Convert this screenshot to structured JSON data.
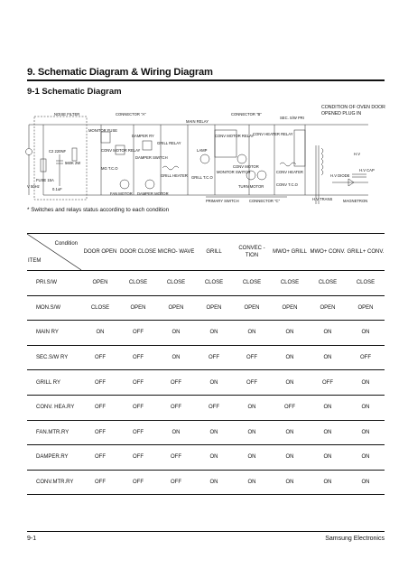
{
  "header": {
    "title": "9. Schematic Diagram & Wiring Diagram",
    "subtitle": "9-1 Schematic Diagram"
  },
  "schematic": {
    "labels": {
      "noise_filter": "NOISE FILTER",
      "connector_a": "CONNECTOR \"A\"",
      "main_relay": "MAIN RELAY",
      "connector_b": "CONNECTOR \"B\"",
      "sec_switch": "SEC. S/W PRI",
      "connector_c": "CONNECTOR \"C\"",
      "primary_switch": "PRIMARY SWITCH",
      "power_in": "V 50Hz",
      "fuse": "FUSE 15A",
      "cap_22": "C2 220NF",
      "cap_01": "0.1uF",
      "res_560k": "560K 2W",
      "monitor_fuse": "MONITOR FUSE",
      "motor_relay": "CONV MOTOR RELAY",
      "damper_ry": "DAMPER RY",
      "grill_relay": "GRILL RELAY",
      "damper_switch": "DAMPER SWITCH",
      "fan_motor": "FAN MOTOR",
      "damper_motor": "DAMPER MOTOR",
      "grill_heater": "GRILL HEATER",
      "lamp": "LAMP",
      "grill_tco": "GRILL T.C.O",
      "mg_tco": "MG T.C.O",
      "conv_heater_relay": "CONV HEATER RELAY",
      "conv_motor_relay": "CONV MOTOR RELAY",
      "monitor_switch": "MONITOR SWITCH",
      "conv_motor": "CONV MOTOR",
      "turn_motor": "TURN MOTOR",
      "conv_heater": "CONV HEATER",
      "conv_tco": "CONV T.C.O",
      "ht_trans": "H.V TRANS",
      "hv_diode": "H.V DIODE",
      "hv_cap": "H.V CAP",
      "magnetron": "MAGNETRON",
      "hv": "H.V",
      "condition_note": "CONDITION OF OVEN DOOR OPENED PLUG IN"
    }
  },
  "note": "* Switches and relays status according to each condition",
  "status_table": {
    "corner_condition": "Condition",
    "corner_item": "ITEM",
    "columns": [
      "DOOR OPEN",
      "DOOR CLOSE",
      "MICRO- WAVE",
      "GRILL",
      "CONVEC -TION",
      "MWO+ GRILL",
      "MWO+ CONV.",
      "GRILL+ CONV."
    ],
    "rows": [
      {
        "item": "PRI.S/W",
        "values": [
          "OPEN",
          "CLOSE",
          "CLOSE",
          "CLOSE",
          "CLOSE",
          "CLOSE",
          "CLOSE",
          "CLOSE"
        ]
      },
      {
        "item": "MON.S/W",
        "values": [
          "CLOSE",
          "OPEN",
          "OPEN",
          "OPEN",
          "OPEN",
          "OPEN",
          "OPEN",
          "OPEN"
        ]
      },
      {
        "item": "MAIN RY",
        "values": [
          "ON",
          "OFF",
          "ON",
          "ON",
          "ON",
          "ON",
          "ON",
          "ON"
        ]
      },
      {
        "item": "SEC.S/W RY",
        "values": [
          "OFF",
          "OFF",
          "ON",
          "OFF",
          "OFF",
          "ON",
          "ON",
          "OFF"
        ]
      },
      {
        "item": "GRILL RY",
        "values": [
          "OFF",
          "OFF",
          "OFF",
          "ON",
          "OFF",
          "ON",
          "OFF",
          "ON"
        ]
      },
      {
        "item": "CONV. HEA.RY",
        "values": [
          "OFF",
          "OFF",
          "OFF",
          "OFF",
          "ON",
          "OFF",
          "ON",
          "ON"
        ]
      },
      {
        "item": "FAN.MTR.RY",
        "values": [
          "OFF",
          "OFF",
          "ON",
          "ON",
          "ON",
          "ON",
          "ON",
          "ON"
        ]
      },
      {
        "item": "DAMPER.RY",
        "values": [
          "OFF",
          "OFF",
          "OFF",
          "ON",
          "ON",
          "ON",
          "ON",
          "ON"
        ]
      },
      {
        "item": "CONV.MTR.RY",
        "values": [
          "OFF",
          "OFF",
          "OFF",
          "ON",
          "ON",
          "ON",
          "ON",
          "ON"
        ]
      }
    ]
  },
  "footer": {
    "page_number": "9-1",
    "brand": "Samsung Electronics"
  }
}
